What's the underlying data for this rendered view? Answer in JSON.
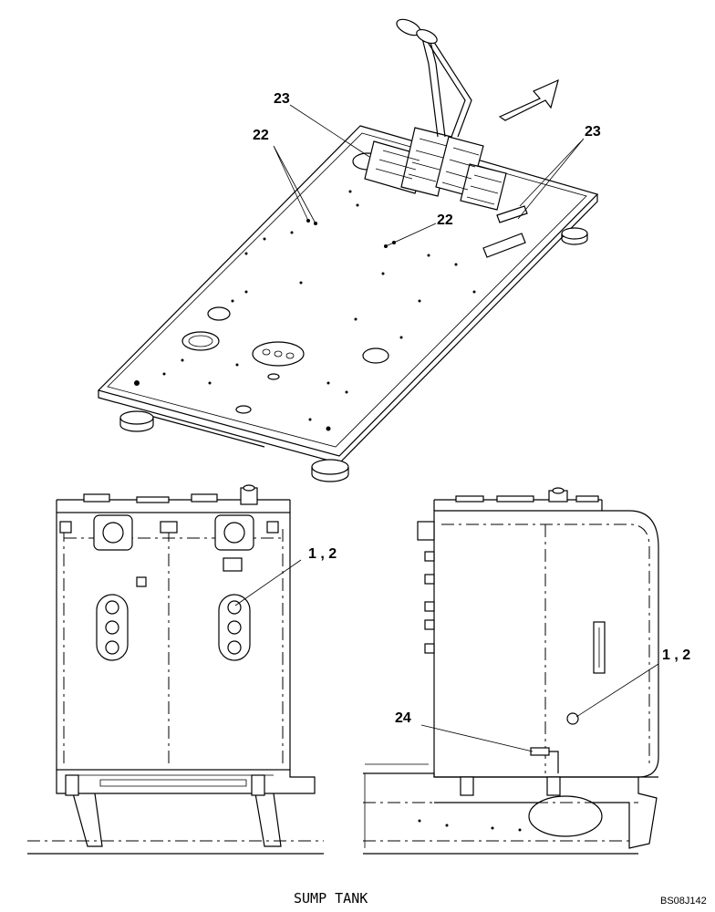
{
  "callouts": {
    "c23_top": "23",
    "c22_left": "22",
    "c23_right": "23",
    "c22_center": "22",
    "c12_front": "1 , 2",
    "c12_side": "1 , 2",
    "c24": "24"
  },
  "caption": "SUMP TANK",
  "reference": "BS08J142"
}
